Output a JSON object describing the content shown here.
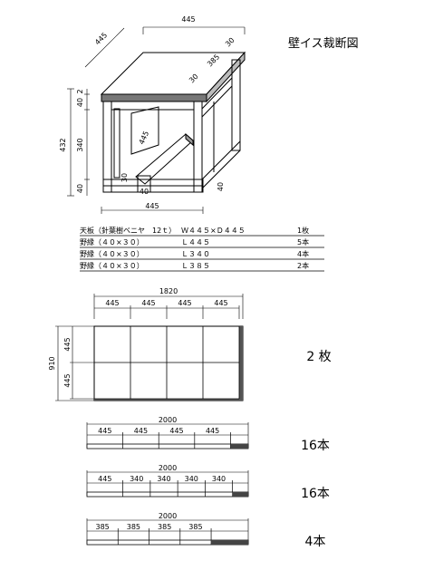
{
  "title": "壁イス裁断図",
  "stool": {
    "top_width": "445",
    "depth_diag": "445",
    "thickness_top_right": "30",
    "inner_385": "385",
    "inner_30": "30",
    "height_total": "432",
    "side_2": "2",
    "side_40_top": "40",
    "side_340": "340",
    "side_40_bottom": "40",
    "front_30": "30",
    "front_40": "40",
    "right_40": "40",
    "brace_445": "445",
    "bottom_width": "445"
  },
  "parts": [
    {
      "name": "天板（針葉樹ベニヤ　12ｔ）",
      "spec": "Ｗ４４５×Ｄ４４５",
      "qty": "1枚"
    },
    {
      "name": "野縁（４０×３０）",
      "spec": "Ｌ４４５",
      "qty": "5本"
    },
    {
      "name": "野縁（４０×３０）",
      "spec": "Ｌ３４０",
      "qty": "4本"
    },
    {
      "name": "野縁（４０×３０）",
      "spec": "Ｌ３８５",
      "qty": "2本"
    }
  ],
  "board": {
    "width": "1820",
    "height": "910",
    "cols": [
      "445",
      "445",
      "445",
      "445"
    ],
    "rows": [
      "445",
      "445"
    ],
    "count": "2 枚"
  },
  "bars": [
    {
      "length": "2000",
      "cuts": [
        "445",
        "445",
        "445",
        "445"
      ],
      "count": "16本"
    },
    {
      "length": "2000",
      "cuts": [
        "445",
        "340",
        "340",
        "340",
        "340"
      ],
      "count": "16本"
    },
    {
      "length": "2000",
      "cuts": [
        "385",
        "385",
        "385",
        "385"
      ],
      "count": "4本"
    }
  ]
}
